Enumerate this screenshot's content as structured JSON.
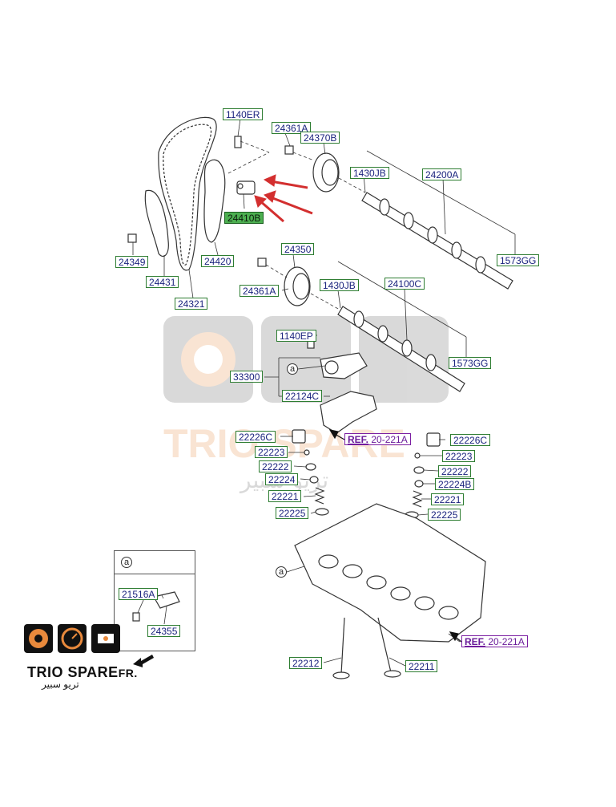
{
  "diagram": {
    "labels": {
      "p1140ER": "1140ER",
      "p24361A_top": "24361A",
      "p24370B": "24370B",
      "p1430JB_top": "1430JB",
      "p24200A": "24200A",
      "p24410B": "24410B",
      "p24349": "24349",
      "p24420": "24420",
      "p1573GG_top": "1573GG",
      "p24431": "24431",
      "p24350": "24350",
      "p24361A_mid": "24361A",
      "p1430JB_mid": "1430JB",
      "p24100C": "24100C",
      "p24321": "24321",
      "p1140EP": "1140EP",
      "p1573GG_mid": "1573GG",
      "p33300": "33300",
      "p22124C": "22124C",
      "p22226C_left": "22226C",
      "p22226C_right": "22226C",
      "p22223_left": "22223",
      "p22223_right": "22223",
      "p22222_left": "22222",
      "p22222_right": "22222",
      "p22224_left": "22224",
      "p22224B": "22224B",
      "p22221_left": "22221",
      "p22221_right": "22221",
      "p22225_left": "22225",
      "p22225_right": "22225",
      "p21516A": "21516A",
      "p24355": "24355",
      "p22212": "22212",
      "p22211": "22211"
    },
    "refs": {
      "ref_top_prefix": "REF.",
      "ref_top_num": "20-221A",
      "ref_bot_prefix": "REF.",
      "ref_bot_num": "20-221A"
    },
    "callouts": {
      "a_main": "a",
      "a_head": "a",
      "a_inset": "a"
    },
    "highlight_color": "#4caf50",
    "arrow_color": "#d32f2f"
  },
  "watermark": {
    "text": "TRIO SPARE",
    "arabic": "تريو سبير"
  },
  "logo": {
    "name": "TRIO SPARE",
    "suffix": "FR.",
    "arabic": "تريو سبير"
  }
}
